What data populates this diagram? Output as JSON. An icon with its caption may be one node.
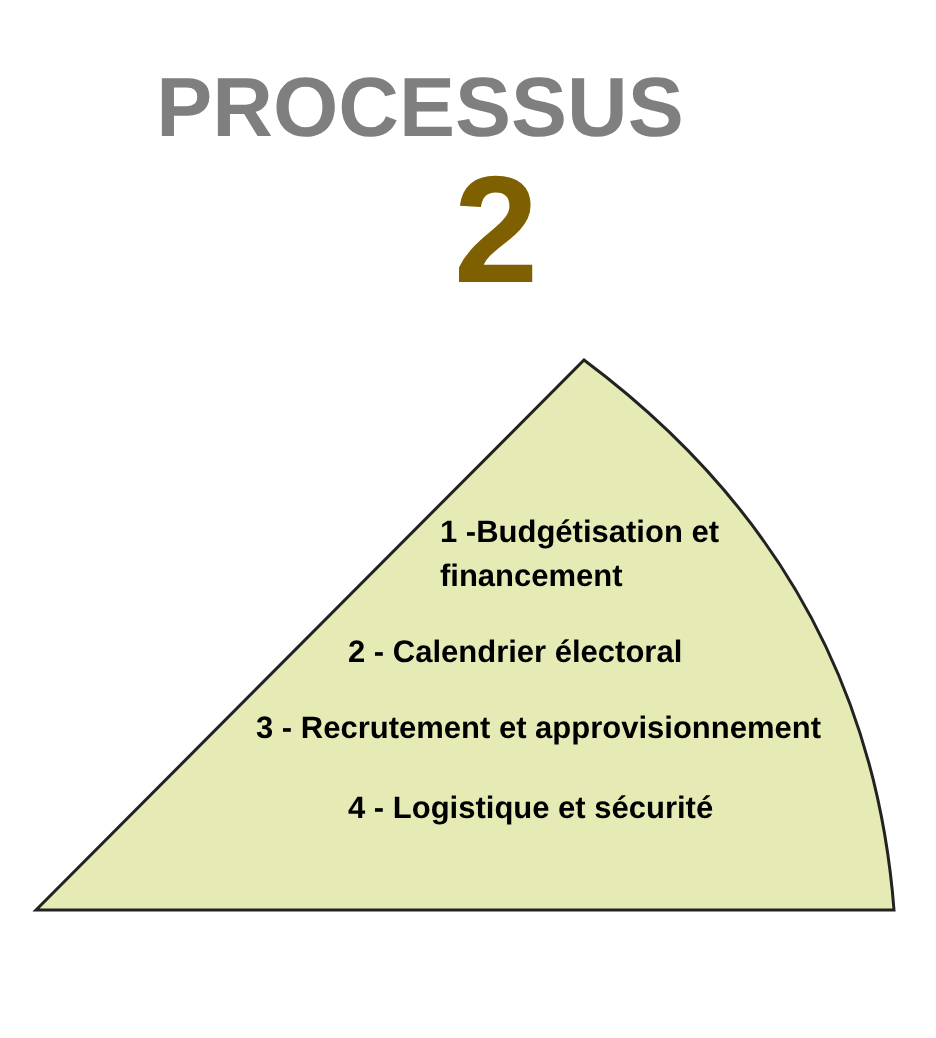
{
  "diagram": {
    "title": "PROCESSUS",
    "nodes": [
      {
        "text": [
          "1 -Budgétisation et financement",
          "2 - Calendrier électoral",
          "3 - Recrutement et approvisionnement",
          "4 - Logistique et sécurité"
        ]
      }
    ],
    "edges": [],
    "labels": [
      "2"
    ]
  }
}
